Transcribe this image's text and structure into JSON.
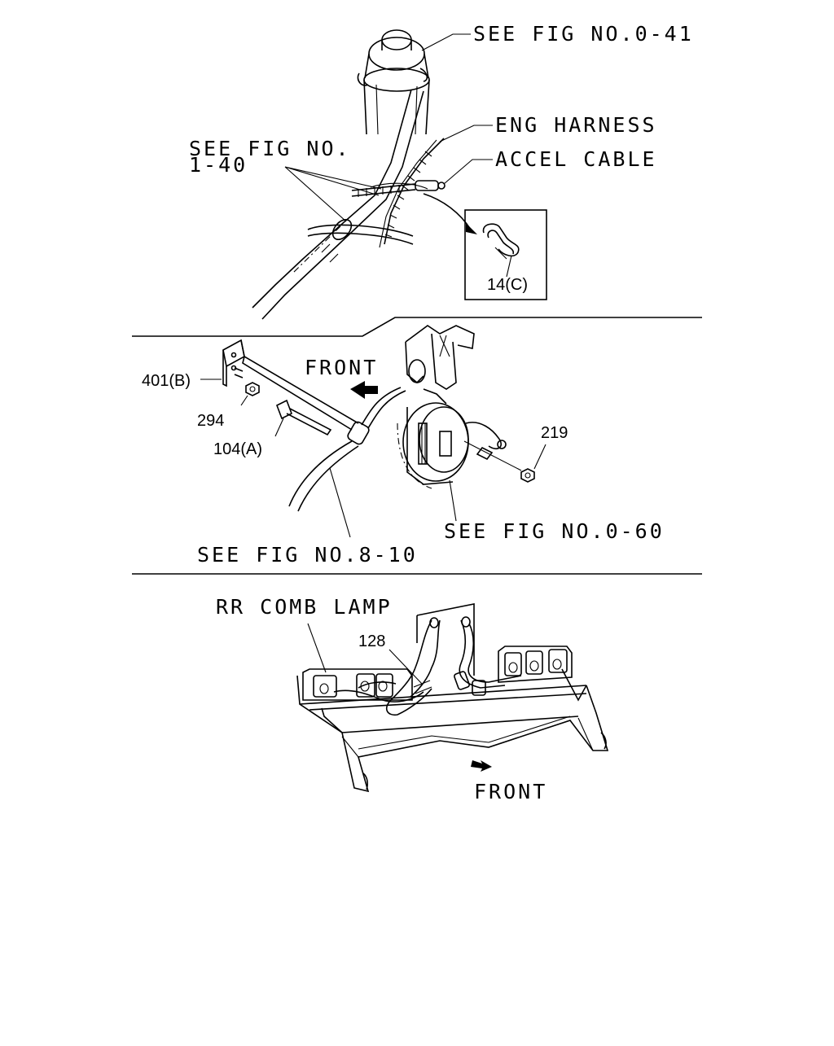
{
  "top_section": {
    "see_fig_041": "SEE FIG NO.0-41",
    "eng_harness": "ENG HARNESS",
    "accel_cable": "ACCEL CABLE",
    "see_fig_140_line1": "SEE FIG NO.",
    "see_fig_140_line2": "1-40",
    "clip_part": "14(C)"
  },
  "middle_section": {
    "front": "FRONT",
    "bracket_part": "401(B)",
    "nut_part": "294",
    "clip_part": "104(A)",
    "nut_right_part": "219",
    "see_fig_060": "SEE FIG NO.0-60",
    "see_fig_810": "SEE FIG NO.8-10"
  },
  "bottom_section": {
    "rr_comb_lamp": "RR COMB LAMP",
    "clip_part": "128",
    "front": "FRONT"
  }
}
